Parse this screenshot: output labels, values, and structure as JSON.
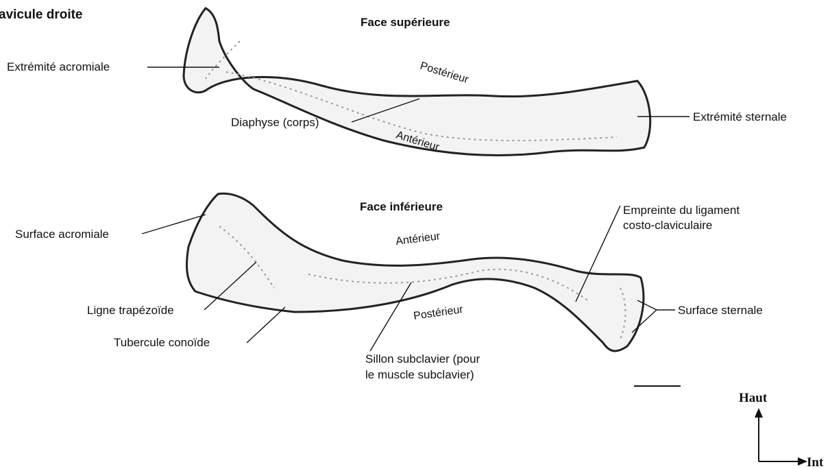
{
  "figure": {
    "title": "avicule droite",
    "superior_view": {
      "heading": "Face supérieure",
      "labels": {
        "acromial_end": "Extrémité acromiale",
        "shaft": "Diaphyse (corps)",
        "sternal_end": "Extrémité sternale"
      },
      "directions": {
        "posterior": "Postérieur",
        "anterior": "Antérieur"
      }
    },
    "inferior_view": {
      "heading": "Face inférieure",
      "labels": {
        "acromial_surface": "Surface acromiale",
        "trapezoid_line": "Ligne trapézoïde",
        "conoid_tubercle": "Tubercule conoïde",
        "subclavian_groove_line1": "Sillon subclavier (pour",
        "subclavian_groove_line2": "le muscle subclavier)",
        "costoclavicular_line1": "Empreinte du ligament",
        "costoclavicular_line2": "costo-claviculaire",
        "sternal_surface": "Surface sternale"
      },
      "directions": {
        "anterior": "Antérieur",
        "posterior": "Postérieur"
      }
    },
    "orientation": {
      "up": "Haut",
      "medial": "Int"
    }
  }
}
